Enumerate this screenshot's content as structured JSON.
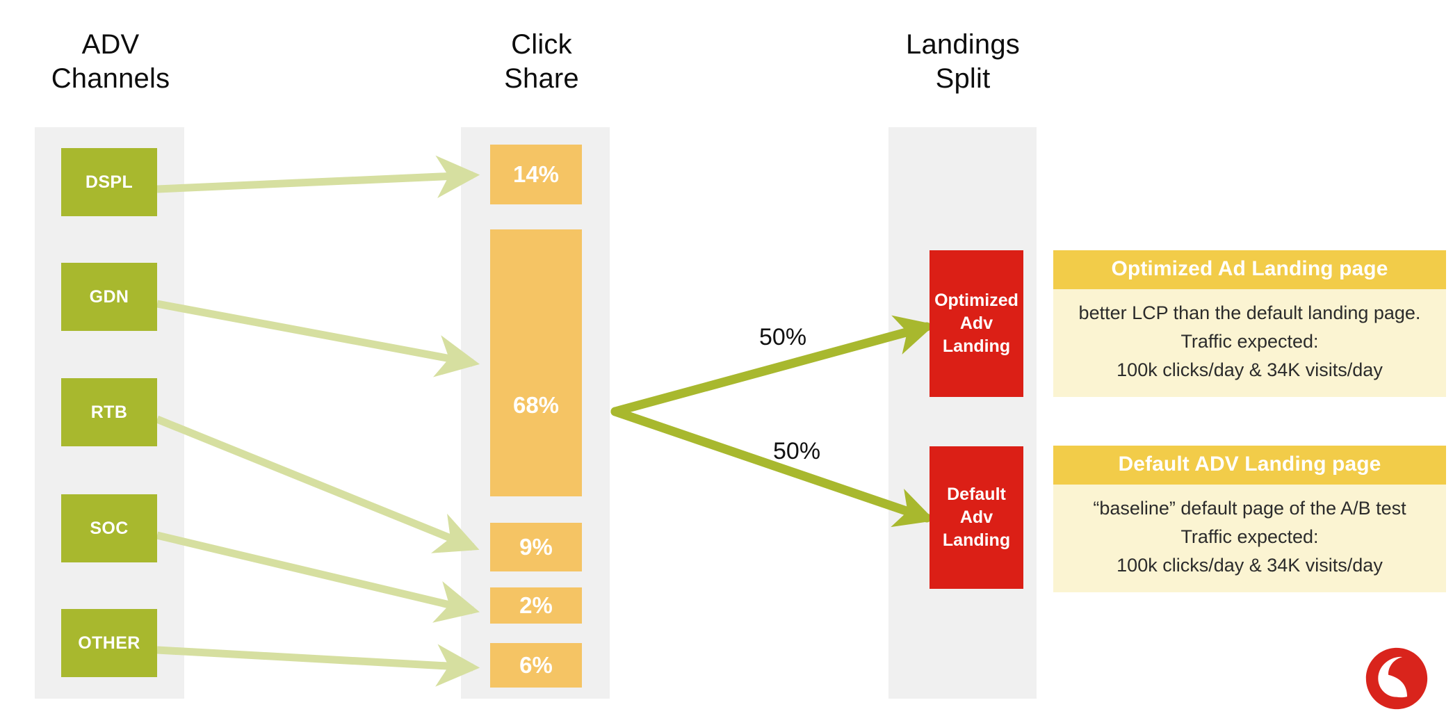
{
  "columns": [
    {
      "key": "adv",
      "title": "ADV\nChannels"
    },
    {
      "key": "click",
      "title": "Click\nShare"
    },
    {
      "key": "landings",
      "title": "Landings\nSplit"
    }
  ],
  "adv_channels": [
    {
      "label": "DSPL"
    },
    {
      "label": "GDN"
    },
    {
      "label": "RTB"
    },
    {
      "label": "SOC"
    },
    {
      "label": "OTHER"
    }
  ],
  "click_share": [
    {
      "label": "14%",
      "value": 14
    },
    {
      "label": "68%",
      "value": 68
    },
    {
      "label": "9%",
      "value": 9
    },
    {
      "label": "2%",
      "value": 2
    },
    {
      "label": "6%",
      "value": 6
    }
  ],
  "landing_split": [
    {
      "label": "Optimized\nAdv\nLanding",
      "share": "50%"
    },
    {
      "label": "Default\nAdv\nLanding",
      "share": "50%"
    }
  ],
  "info_cards": [
    {
      "title": "Optimized Ad Landing page",
      "body": "better LCP than the default landing page.\nTraffic expected:\n100k clicks/day  & 34K visits/day"
    },
    {
      "title": "Default ADV Landing page",
      "body": "“baseline” default page of the A/B test\nTraffic expected:\n100k clicks/day  & 34K visits/day"
    }
  ],
  "logo": {
    "name": "vodafone-logo"
  },
  "colors": {
    "channel_green": "#a8b82e",
    "arrow_light_green": "#d6dfa0",
    "arrow_green": "#a8b82e",
    "share_orange": "#f5c464",
    "landing_red": "#db1f16",
    "card_header_yellow": "#f2cc49",
    "card_body_cream": "#fbf4d2",
    "track_gray": "#f0f0f0",
    "logo_red": "#d9241c"
  },
  "chart_data": {
    "type": "diagram",
    "title": "ADV Channels → Click Share → Landings Split",
    "stages": [
      {
        "name": "ADV Channels",
        "nodes": [
          "DSPL",
          "GDN",
          "RTB",
          "SOC",
          "OTHER"
        ]
      },
      {
        "name": "Click Share",
        "categories": [
          "14%",
          "68%",
          "9%",
          "2%",
          "6%"
        ],
        "values": [
          14,
          68,
          9,
          2,
          6
        ],
        "unit": "percent"
      },
      {
        "name": "Landings Split",
        "categories": [
          "Optimized Adv Landing",
          "Default Adv Landing"
        ],
        "values": [
          50,
          50
        ],
        "unit": "percent"
      }
    ],
    "flows": [
      {
        "from": "DSPL",
        "to": "14%"
      },
      {
        "from": "GDN",
        "to": "68%"
      },
      {
        "from": "RTB",
        "to": "9%"
      },
      {
        "from": "SOC",
        "to": "2%"
      },
      {
        "from": "OTHER",
        "to": "6%"
      },
      {
        "from": "Click Share",
        "to": "Optimized Adv Landing",
        "label": "50%"
      },
      {
        "from": "Click Share",
        "to": "Default Adv Landing",
        "label": "50%"
      }
    ]
  }
}
